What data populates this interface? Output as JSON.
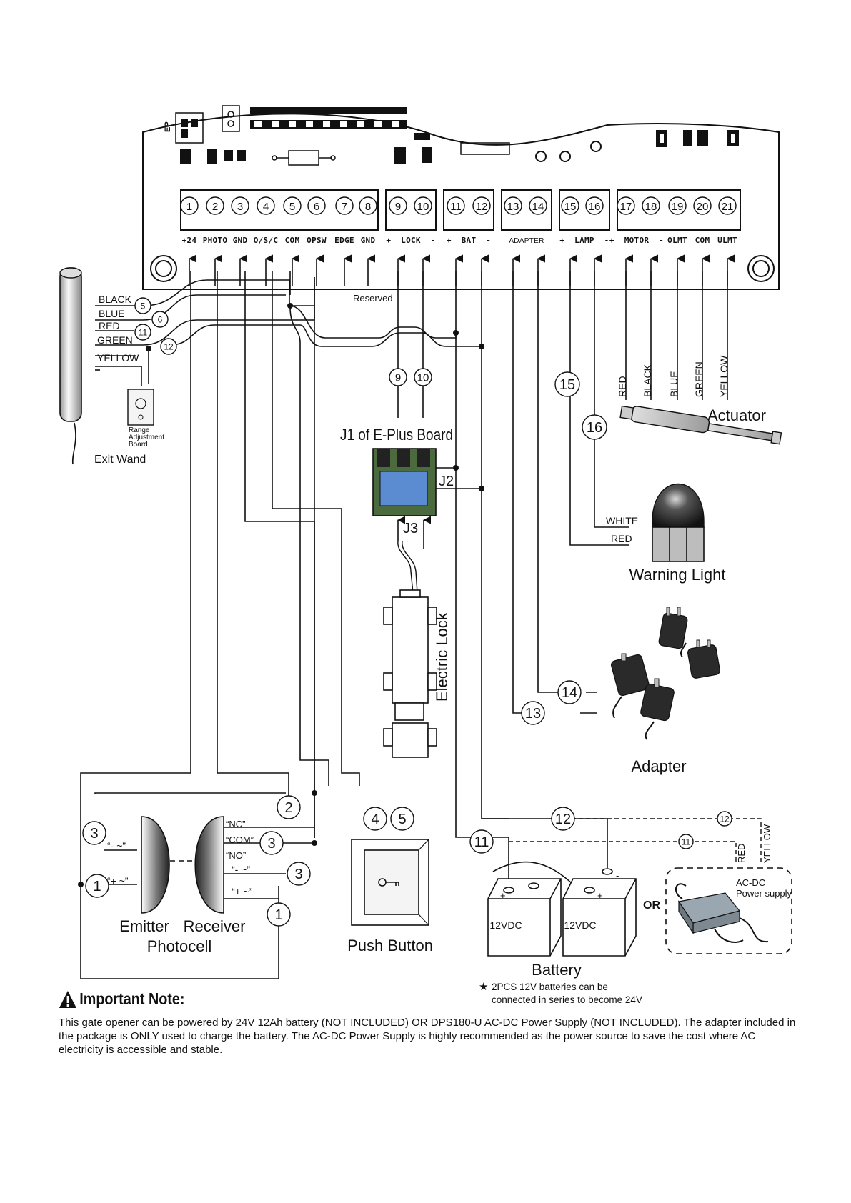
{
  "control_board": {
    "terminal_numbers": [
      "1",
      "2",
      "3",
      "4",
      "5",
      "6",
      "7",
      "8",
      "9",
      "10",
      "11",
      "12",
      "13",
      "14",
      "15",
      "16",
      "17",
      "18",
      "19",
      "20",
      "21"
    ],
    "terminal_labels": {
      "t1": "+24",
      "t2": "PHOTO",
      "t3": "GND",
      "t4": "O/S/C",
      "t5": "COM",
      "t6": "OPSW",
      "t7": "EDGE",
      "t8": "GND",
      "lock": "+  LOCK  -",
      "bat": "+  BAT  -",
      "adapter": "ADAPTER",
      "lamp": "+  LAMP  -",
      "motor": "+  MOTOR  -",
      "t19": "OLMT",
      "t20": "COM",
      "t21": "ULMT"
    },
    "side_marking": "EP"
  },
  "reserved_label": "Reserved",
  "exit_wand": {
    "title": "Exit Wand",
    "wires": [
      {
        "color": "BLACK",
        "terminal": "5"
      },
      {
        "color": "BLUE",
        "terminal": "6"
      },
      {
        "color": "RED",
        "terminal": "11"
      },
      {
        "color": "GREEN",
        "terminal": "12"
      },
      {
        "color": "YELLOW",
        "terminal": ""
      }
    ],
    "range_board_label": "Range Adjustment Board"
  },
  "eplus_board": {
    "title": "J1 of E-Plus Board",
    "j2": "J2",
    "j3": "J3",
    "inputs": [
      "9",
      "10"
    ]
  },
  "electric_lock": {
    "title": "Electric Lock"
  },
  "actuator": {
    "title": "Actuator",
    "wires": [
      "RED",
      "BLACK",
      "BLUE",
      "GREEN",
      "YELLOW"
    ]
  },
  "lamp_terminals": [
    "15",
    "16"
  ],
  "warning_light": {
    "title": "Warning Light",
    "wires": [
      "WHITE",
      "RED"
    ]
  },
  "adapter": {
    "title": "Adapter",
    "terminals": [
      "14",
      "13"
    ]
  },
  "photocell": {
    "title": "Photocell",
    "emitter": "Emitter",
    "receiver": "Receiver",
    "emitter_pins": [
      {
        "num": "3",
        "label": "“- ~”"
      },
      {
        "num": "1",
        "label": "“+ ~”"
      }
    ],
    "receiver_pins": [
      {
        "num": "2",
        "label": "“NC”"
      },
      {
        "num": "3",
        "label": "“COM”"
      },
      {
        "num": "3",
        "label": "“NO”"
      },
      {
        "num": "3",
        "label": "“- ~”"
      },
      {
        "num": "1",
        "label": "“+ ~”"
      }
    ]
  },
  "push_button": {
    "title": "Push Button",
    "terminals": [
      "4",
      "5"
    ]
  },
  "battery": {
    "title": "Battery",
    "cell_label": "12VDC",
    "terminals": [
      "11",
      "12"
    ],
    "note": "2PCS 12V batteries can be connected in series to become 24V"
  },
  "or_label": "OR",
  "ac_dc": {
    "title": "AC-DC Power supply",
    "wires": [
      "RED",
      "YELLOW"
    ],
    "terminals": [
      "12",
      "11"
    ]
  },
  "important_note": {
    "title": "Important Note:",
    "body": "This gate opener can be powered by 24V 12Ah battery (NOT INCLUDED) OR DPS180-U AC-DC Power Supply (NOT INCLUDED). The adapter included in the package is ONLY used to charge the battery. The AC-DC Power Supply is highly recommended as the power source to save the cost where AC electricity is accessible and stable."
  },
  "colors": {
    "line": "#111111",
    "background": "#ffffff",
    "light_dome": "#2a2a2a"
  }
}
